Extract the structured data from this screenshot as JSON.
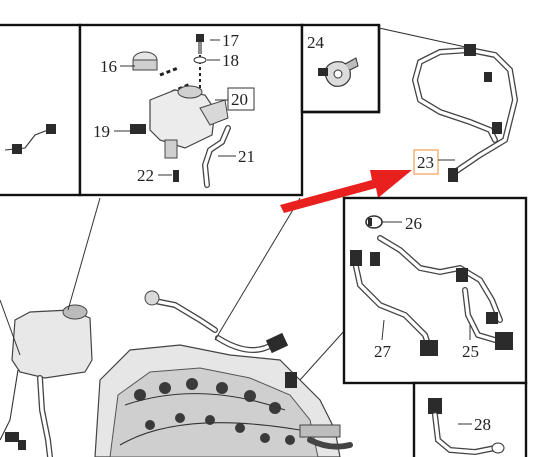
{
  "callouts": {
    "p16": "16",
    "p17": "17",
    "p18": "18",
    "p19": "19",
    "p20": "20",
    "p21": "21",
    "p22": "22",
    "p23": "23",
    "p24": "24",
    "p25": "25",
    "p26": "26",
    "p27": "27",
    "p28": "28"
  },
  "highlight": {
    "box_color": "#f5b27a",
    "arrow_color": "#e8211f",
    "target": "23"
  }
}
